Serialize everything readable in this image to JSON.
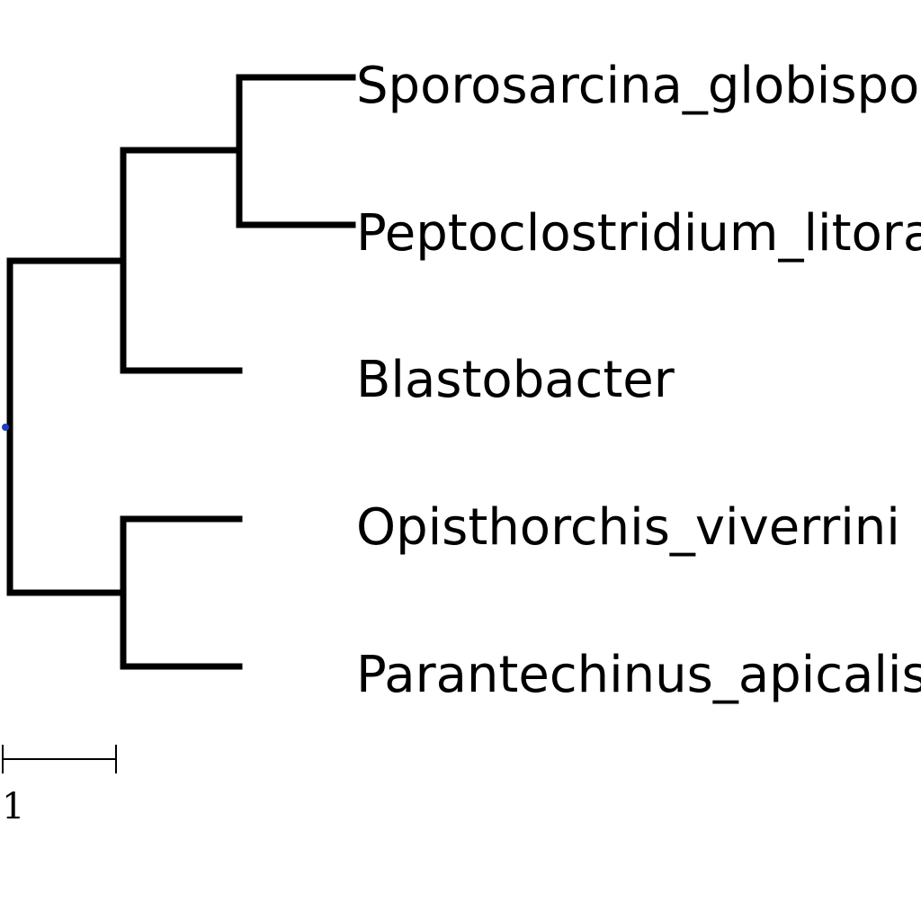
{
  "tree": {
    "root_color": "#1f3fbf",
    "leaves": [
      {
        "id": "L1",
        "label": "Sporosarcina_globispora"
      },
      {
        "id": "L2",
        "label": "Peptoclostridium_litorale"
      },
      {
        "id": "L3",
        "label": "Blastobacter"
      },
      {
        "id": "L4",
        "label": "Opisthorchis_viverrini"
      },
      {
        "id": "L5",
        "label": "Parantechinus_apicalis"
      }
    ]
  },
  "scale_bar": {
    "label": "1"
  }
}
